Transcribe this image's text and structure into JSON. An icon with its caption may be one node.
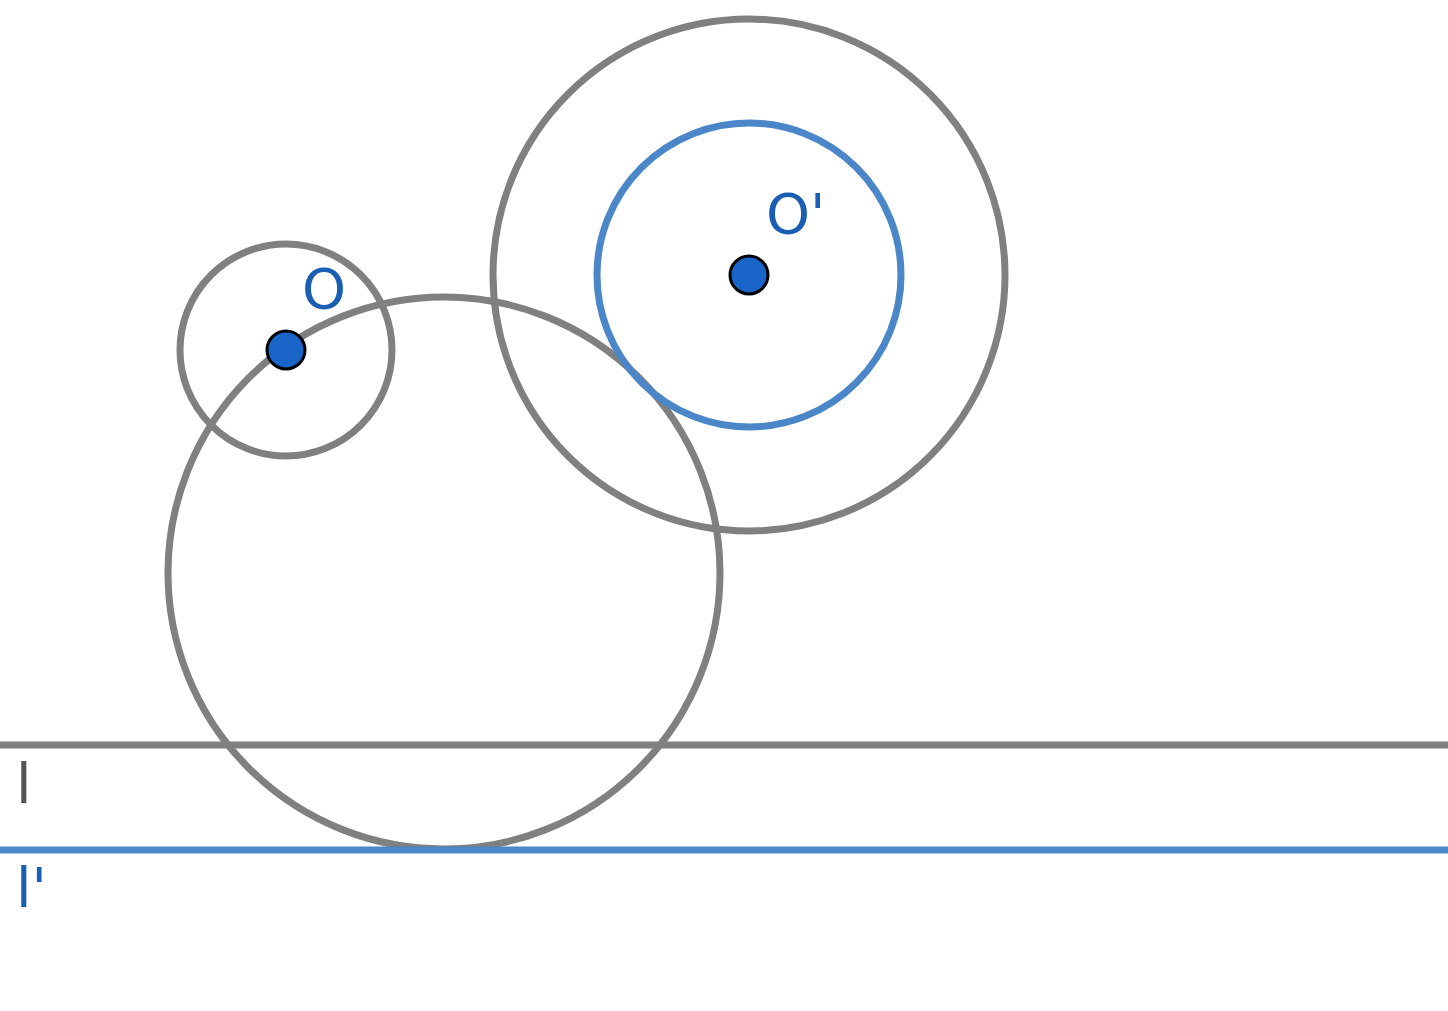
{
  "diagram": {
    "labels": [
      "O'",
      "O",
      "l",
      "l'"
    ]
  }
}
